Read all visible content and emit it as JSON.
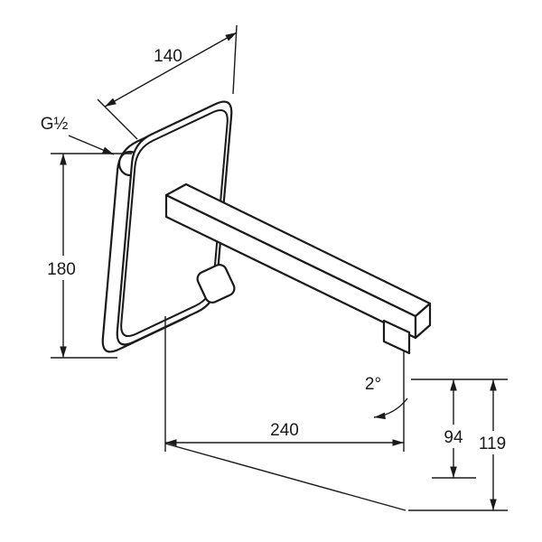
{
  "drawing": {
    "labels": {
      "width": "140",
      "thread": "G½",
      "height": "180",
      "projection": "240",
      "angle": "2°",
      "outlet_drop": "94",
      "outlet_drop_total": "119"
    },
    "colors": {
      "line": "#1a1a1a",
      "background": "#ffffff"
    }
  }
}
